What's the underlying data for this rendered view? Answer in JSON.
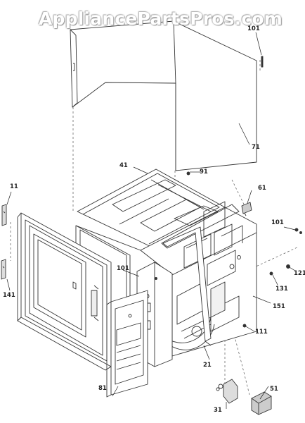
{
  "watermark": "AppliancePartsPros.com",
  "callouts": {
    "c11": "11",
    "c141": "141",
    "c71": "71",
    "c101_top": "101",
    "c41": "41",
    "c91": "91",
    "c61": "61",
    "c101_right": "101",
    "c121": "121",
    "c131": "131",
    "c151": "151",
    "c101_left": "101",
    "c111": "111",
    "c21": "21",
    "c81": "81",
    "c51": "51",
    "c31": "31"
  }
}
